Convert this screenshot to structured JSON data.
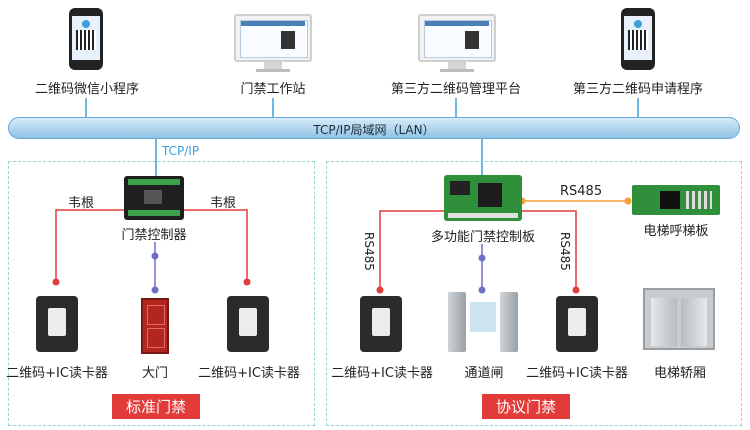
{
  "devices_top": {
    "mini_program": "二维码微信小程序",
    "workstation": "门禁工作站",
    "third_platform": "第三方二维码管理平台",
    "third_app": "第三方二维码申请程序"
  },
  "lan": {
    "label": "TCP/IP局域网（LAN）",
    "tcpip": "TCP/IP"
  },
  "standard": {
    "controller": "门禁控制器",
    "wiegand_left": "韦根",
    "wiegand_right": "韦根",
    "reader_left": "二维码+IC读卡器",
    "door": "大门",
    "reader_right": "二维码+IC读卡器",
    "tag": "标准门禁"
  },
  "protocol": {
    "controller": "多功能门禁控制板",
    "rs485_top": "RS485",
    "rs485_left": "RS485",
    "rs485_right": "RS485",
    "elevator_panel": "电梯呼梯板",
    "reader_left": "二维码+IC读卡器",
    "turnstile": "通道闸",
    "reader_right": "二维码+IC读卡器",
    "elevator_car": "电梯轿厢",
    "tag": "协议门禁"
  },
  "colors": {
    "blue_line": "#3aa0d8",
    "red_line": "#e23b3a",
    "orange_line": "#f2a037",
    "purple_line": "#6f6fc7",
    "zone_border": "#97d6c6",
    "tag_bg": "#e23b3a"
  }
}
